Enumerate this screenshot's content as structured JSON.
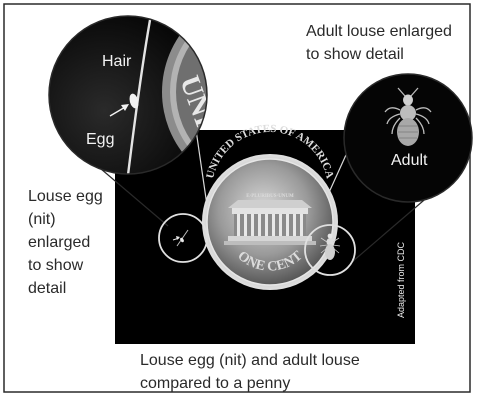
{
  "labels": {
    "hair": "Hair",
    "egg": "Egg",
    "adult": "Adult",
    "top_right_caption": "Adult louse enlarged to show detail",
    "left_caption": "Louse egg (nit) enlarged to show detail",
    "bottom_caption": "Louse egg (nit) and adult louse compared to a penny",
    "credit": "Adapted from CDC"
  },
  "coin": {
    "top_text": "UNITED STATES OF AMERICA",
    "bottom_text": "ONE CENT",
    "motto": "E·PLURIBUS·UNUM",
    "edge_letters": "UNI"
  },
  "colors": {
    "background": "#ffffff",
    "photo_black": "#000000",
    "outline": "#2a2a2a",
    "zoom_lines": "#d8d8d8"
  }
}
